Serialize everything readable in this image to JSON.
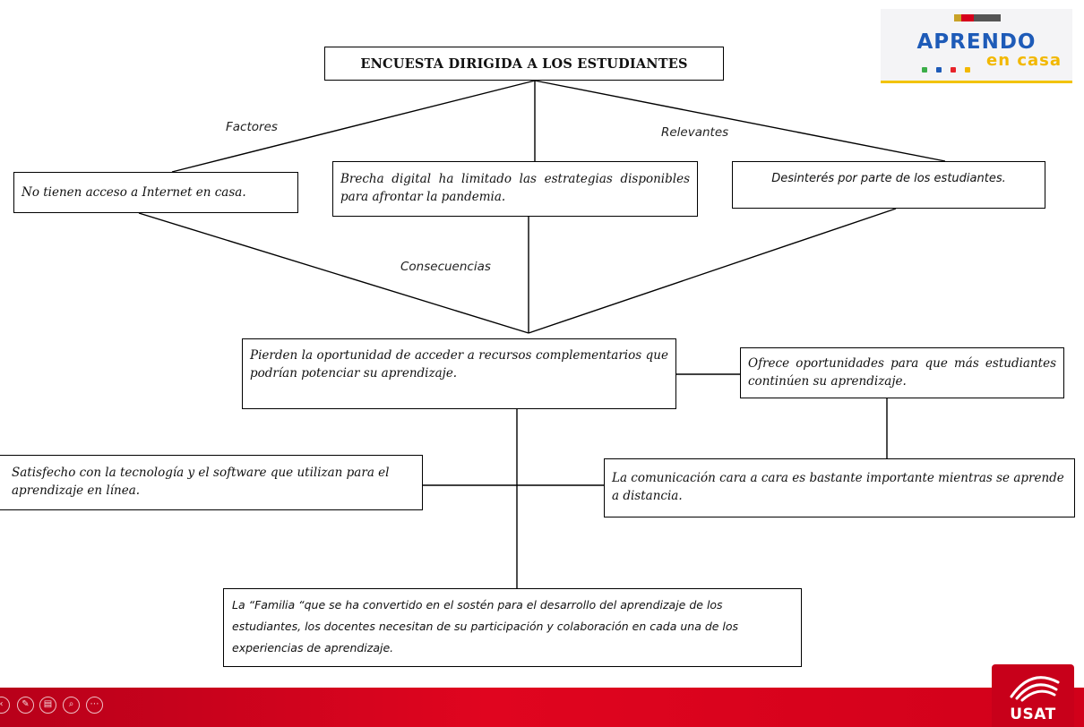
{
  "title": "ENCUESTA DIRIGIDA A LOS ESTUDIANTES",
  "labels": {
    "factores": "Factores",
    "relevantes": "Relevantes",
    "consecuencias": "Consecuencias"
  },
  "factors": [
    "No tienen acceso a Internet en casa.",
    "Brecha digital ha limitado las estrategias disponibles para afrontar la pandemia.",
    "Desinterés por parte de los estudiantes."
  ],
  "consequence": "Pierden la oportunidad de acceder a recursos complementarios que podrían potenciar su aprendizaje.",
  "opportunity": "Ofrece oportunidades para que más estudiantes continúen su aprendizaje.",
  "satisfaction": "Satisfecho con la tecnología y el software que utilizan para el aprendizaje en línea.",
  "communication": "La comunicación cara a cara es bastante importante mientras se aprende a distancia.",
  "family": "La “Familia “que se ha convertido en el sostén para el desarrollo del aprendizaje de los estudiantes, los docentes necesitan de su participación y colaboración en cada una de los experiencias de aprendizaje.",
  "logo": {
    "brand": "APRENDO",
    "sub": "en casa",
    "colors": {
      "blue": "#1e5bb8",
      "yellow": "#f2b800"
    }
  },
  "footer": {
    "brand": "USAT",
    "color": "#d8001c",
    "controls": [
      "back-icon",
      "pen-icon",
      "slides-icon",
      "zoom-icon",
      "more-icon"
    ]
  }
}
